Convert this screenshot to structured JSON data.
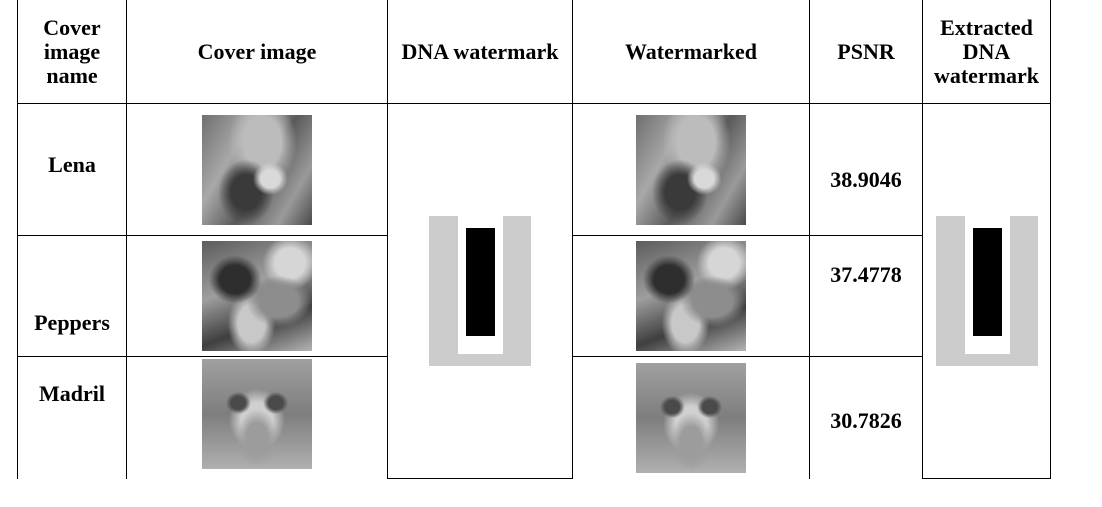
{
  "table": {
    "headers": {
      "name": "Cover image name",
      "cover": "Cover image",
      "dna": "DNA watermark",
      "watermarked": "Watermarked",
      "psnr": "PSNR",
      "extracted": "Extracted DNA watermark"
    },
    "rows": [
      {
        "name": "Lena",
        "psnr": "38.9046"
      },
      {
        "name": "Peppers",
        "psnr": "37.4778"
      },
      {
        "name": "Madril",
        "psnr": "30.7826"
      }
    ]
  },
  "colors": {
    "watermark_gray": "#cccccc",
    "watermark_black": "#000000"
  }
}
